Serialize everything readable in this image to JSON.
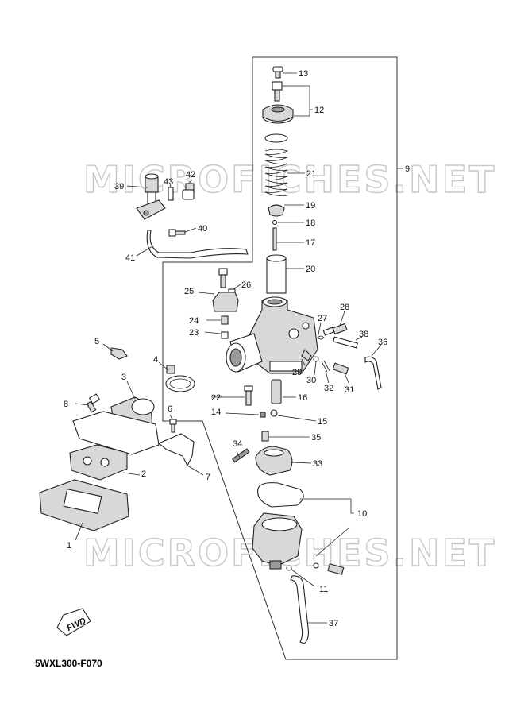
{
  "diagram_code": "5WXL300-F070",
  "watermark": "MICROFICHES.NET",
  "fwd_label": "FWD",
  "callouts": {
    "p1": "1",
    "p2": "2",
    "p3": "3",
    "p4": "4",
    "p5": "5",
    "p6": "6",
    "p7": "7",
    "p8": "8",
    "p9": "9",
    "p10": "10",
    "p11": "11",
    "p12": "12",
    "p13": "13",
    "p14": "14",
    "p15": "15",
    "p16": "16",
    "p17": "17",
    "p18": "18",
    "p19": "19",
    "p20": "20",
    "p21": "21",
    "p22": "22",
    "p23": "23",
    "p24": "24",
    "p25": "25",
    "p26": "26",
    "p27": "27",
    "p28": "28",
    "p29": "29",
    "p30": "30",
    "p31": "31",
    "p32": "32",
    "p33": "33",
    "p34": "34",
    "p35": "35",
    "p36": "36",
    "p37": "37",
    "p38": "38",
    "p39": "39",
    "p40": "40",
    "p41": "41",
    "p42": "42",
    "p43": "43"
  }
}
